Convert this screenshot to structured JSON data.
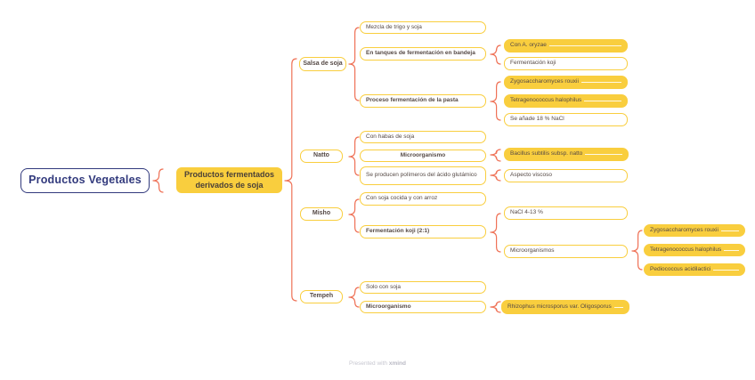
{
  "colors": {
    "yellow": "#F9CE3E",
    "coral": "#EF7257",
    "navy": "#323A7D",
    "box_text": "#554945",
    "footer_gray": "#C6C6CF"
  },
  "root": {
    "label": "Productos Vegetales"
  },
  "main_topic": {
    "label": "Productos fermentados derivados de soja"
  },
  "branches": [
    {
      "label": "Salsa de soja",
      "children": [
        {
          "label": "Mezcla de trigo y soja"
        },
        {
          "label": "En tanques de fermentación en bandeja",
          "children": [
            {
              "label": "Con A. oryzae"
            },
            {
              "label": "Fermentación koji"
            }
          ]
        },
        {
          "label": "Proceso fermentación de la pasta",
          "children": [
            {
              "label": "Zygosaccharomyces rouxii"
            },
            {
              "label": "Tetragenococcus halophilus"
            },
            {
              "label": "Se añade 18 % NaCl"
            }
          ]
        }
      ]
    },
    {
      "label": "Natto",
      "children": [
        {
          "label": "Con habas de soja"
        },
        {
          "label": "Microorganismo",
          "children": [
            {
              "label": "Bacillus subtilis subsp. natto"
            }
          ]
        },
        {
          "label": "Se producen polímeros del ácido glutámico",
          "children": [
            {
              "label": "Aspecto viscoso"
            }
          ]
        }
      ]
    },
    {
      "label": "Misho",
      "children": [
        {
          "label": "Con soja cocida y con arroz"
        },
        {
          "label": "Fermentación koji (2:1)",
          "children": [
            {
              "label": "NaCl 4-13 %"
            },
            {
              "label": "Microorganismos",
              "children": [
                {
                  "label": "Zygosaccharomyces rouxii"
                },
                {
                  "label": "Tetragenococcus halophilus"
                },
                {
                  "label": "Pediococcus acidilactici"
                }
              ]
            }
          ]
        }
      ]
    },
    {
      "label": "Tempeh",
      "children": [
        {
          "label": "Solo con soja"
        },
        {
          "label": "Microorganismo",
          "children": [
            {
              "label": "Rhizophus microsporus var. Oligosporus"
            }
          ]
        }
      ]
    }
  ],
  "footer": {
    "prefix": "Presented with ",
    "brand": "xmind"
  }
}
